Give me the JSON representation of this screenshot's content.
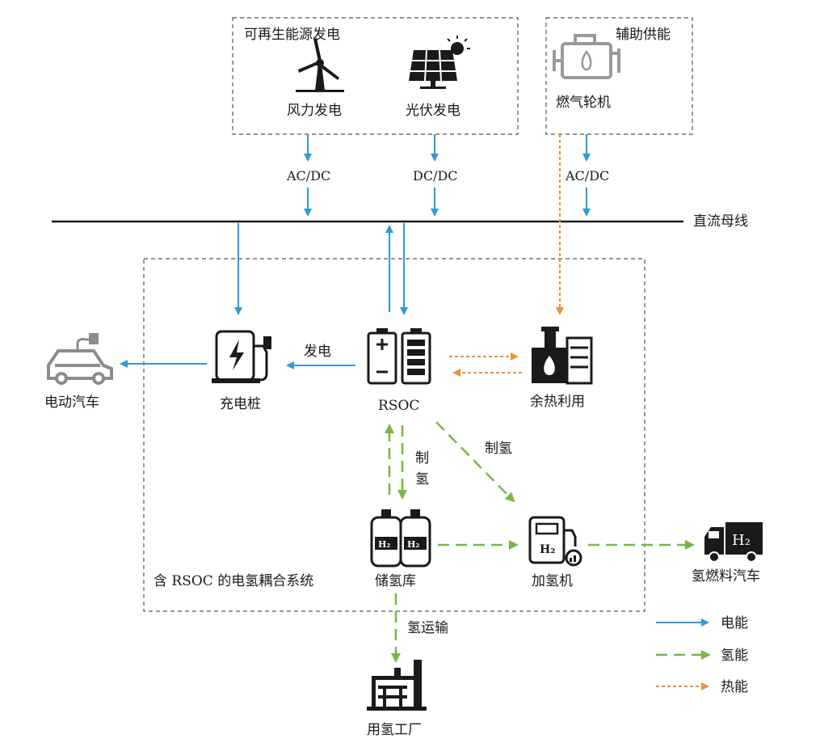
{
  "groups": {
    "renewable": "可再生能源发电",
    "auxiliary": "辅助供能",
    "system": "含 RSOC 的电氢耦合系统"
  },
  "nodes": {
    "wind": "风力发电",
    "pv": "光伏发电",
    "gas_turbine": "燃气轮机",
    "dc_bus": "直流母线",
    "charging_pile": "充电桩",
    "ev": "电动汽车",
    "rsoc": "RSOC",
    "waste_heat": "余热利用",
    "h2_storage": "储氢库",
    "h2_station": "加氢机",
    "fcv": "氢燃料汽车",
    "h2_factory": "用氢工厂"
  },
  "edge_labels": {
    "wind_conv": "AC/DC",
    "pv_conv": "DC/DC",
    "gt_conv": "AC/DC",
    "generate": "发电",
    "h2_prod_1": "制氢",
    "h2_prod_2": "制\n氢",
    "h2_transport": "氢运输"
  },
  "legend": {
    "electric": "电能",
    "hydrogen": "氢能",
    "heat": "热能"
  },
  "colors": {
    "electric": "#2e9bd6",
    "hydrogen": "#7ab648",
    "heat": "#e8923a",
    "icon": "#1a1a1a"
  },
  "icons": {
    "h2_glyph": "H2"
  }
}
